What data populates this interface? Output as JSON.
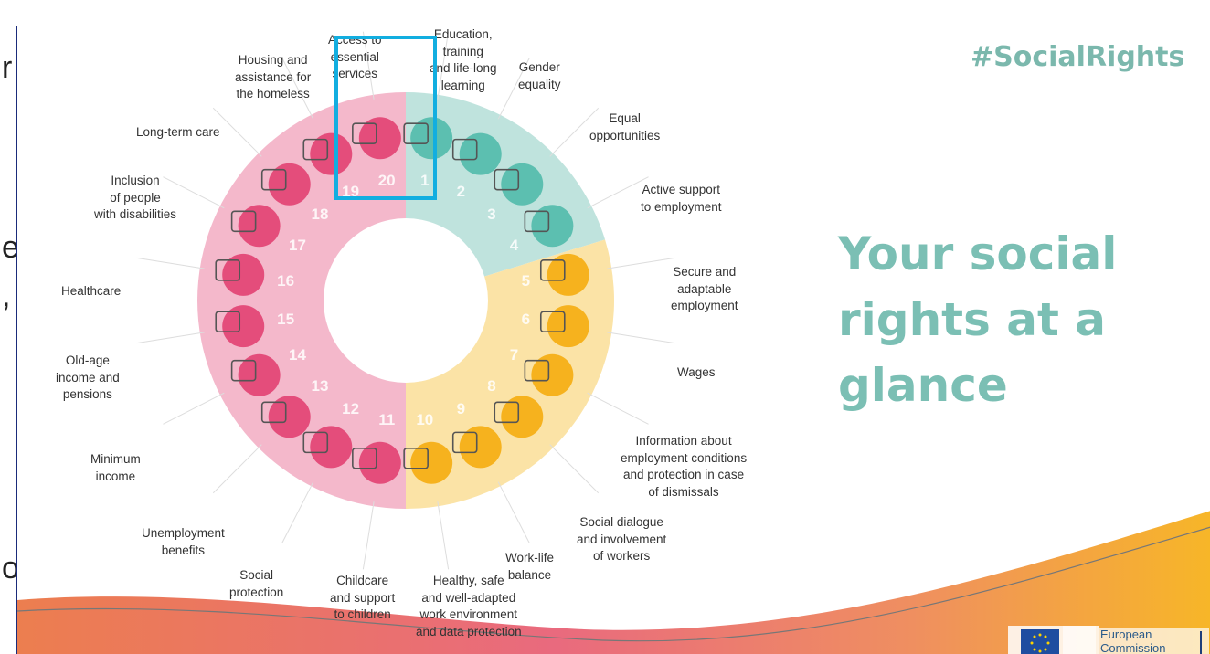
{
  "stray_text": [
    "r",
    "e",
    ",",
    "o"
  ],
  "hashtag": "#SocialRights",
  "headline": [
    "Your social",
    "rights at a",
    "glance"
  ],
  "footer": {
    "logo_line1": "European",
    "logo_line2": "Commission"
  },
  "highlight": {
    "principle": 20,
    "color": "#12aee0"
  },
  "colors": {
    "teal": "#5cbfb0",
    "amber": "#f6b21e",
    "pink": "#e44d7b",
    "teal_light": "#bfe3dd",
    "amber_light": "#fbe3a6",
    "pink_light": "#f4b8cb"
  },
  "principles": [
    {
      "n": 1,
      "label": [
        "Education,",
        "training",
        "and life-long",
        "learning"
      ],
      "group": "teal"
    },
    {
      "n": 2,
      "label": [
        "Gender",
        "equality"
      ],
      "group": "teal"
    },
    {
      "n": 3,
      "label": [
        "Equal",
        "opportunities"
      ],
      "group": "teal"
    },
    {
      "n": 4,
      "label": [
        "Active support",
        "to employment"
      ],
      "group": "teal"
    },
    {
      "n": 5,
      "label": [
        "Secure and",
        "adaptable",
        "employment"
      ],
      "group": "amber"
    },
    {
      "n": 6,
      "label": [
        "Wages"
      ],
      "group": "amber"
    },
    {
      "n": 7,
      "label": [
        "Information about",
        "employment conditions",
        "and protection in case",
        "of dismissals"
      ],
      "group": "amber"
    },
    {
      "n": 8,
      "label": [
        "Social dialogue",
        "and involvement",
        "of workers"
      ],
      "group": "amber"
    },
    {
      "n": 9,
      "label": [
        "Work-life",
        "balance"
      ],
      "group": "amber"
    },
    {
      "n": 10,
      "label": [
        "Healthy, safe",
        "and well-adapted",
        "work environment",
        "and data protection"
      ],
      "group": "amber"
    },
    {
      "n": 11,
      "label": [
        "Childcare",
        "and support",
        "to children"
      ],
      "group": "pink"
    },
    {
      "n": 12,
      "label": [
        "Social",
        "protection"
      ],
      "group": "pink"
    },
    {
      "n": 13,
      "label": [
        "Unemployment",
        "benefits"
      ],
      "group": "pink"
    },
    {
      "n": 14,
      "label": [
        "Minimum",
        "income"
      ],
      "group": "pink"
    },
    {
      "n": 15,
      "label": [
        "Old-age",
        "income and",
        "pensions"
      ],
      "group": "pink"
    },
    {
      "n": 16,
      "label": [
        "Healthcare"
      ],
      "group": "pink"
    },
    {
      "n": 17,
      "label": [
        "Inclusion",
        "of people",
        "with disabilities"
      ],
      "group": "pink"
    },
    {
      "n": 18,
      "label": [
        "Long-term care"
      ],
      "group": "pink"
    },
    {
      "n": 19,
      "label": [
        "Housing and",
        "assistance for",
        "the homeless"
      ],
      "group": "pink"
    },
    {
      "n": 20,
      "label": [
        "Access to",
        "essential",
        "services"
      ],
      "group": "pink"
    }
  ]
}
